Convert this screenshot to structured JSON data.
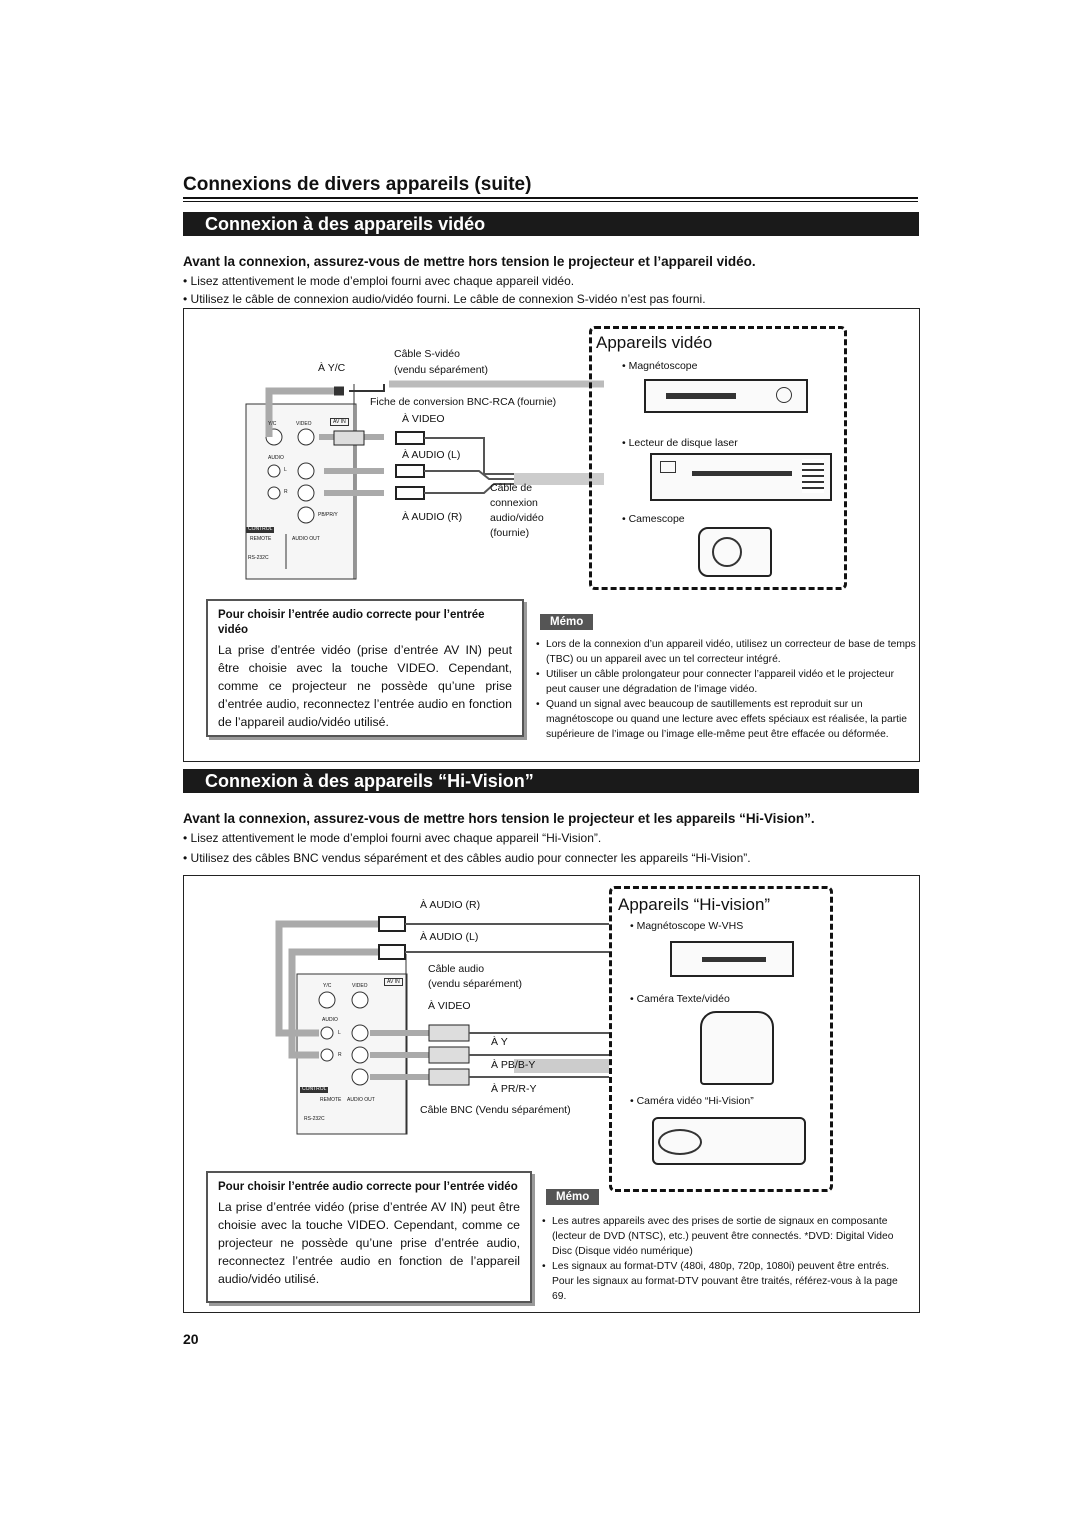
{
  "header": {
    "title": "Connexions de divers appareils (suite)"
  },
  "section1": {
    "bar_title": "Connexion à des appareils vidéo",
    "warning": "Avant la connexion, assurez-vous de mettre hors tension le projecteur et l’appareil vidéo.",
    "bullets": [
      "• Lisez attentivement le mode d’emploi fourni avec chaque appareil vidéo.",
      "• Utilisez le câble de connexion audio/vidéo fourni. Le câble de connexion S-vidéo n’est pas fourni."
    ],
    "diagram": {
      "label_yc": "À Y/C",
      "cable_svideo": "Câble S-vidéo",
      "sold_separately": "(vendu séparément)",
      "bnc_plug": "Fiche de conversion BNC-RCA (fournie)",
      "to_video": "À VIDEO",
      "to_audio_l": "À AUDIO (L)",
      "to_audio_r": "À AUDIO (R)",
      "av_cable": [
        "Câble de",
        "connexion",
        "audio/vidéo",
        "(fournie)"
      ],
      "panel_labels": [
        "Y/C",
        "VIDEO",
        "AV IN",
        "AUDIO",
        "L",
        "R",
        "PB/PR/Y",
        "CONTROL",
        "REMOTE",
        "AUDIO OUT",
        "RS-232C"
      ]
    },
    "devices": {
      "title": "Appareils vidéo",
      "items": [
        "• Magnétoscope",
        "• Lecteur de disque laser",
        "• Camescope"
      ]
    },
    "note": {
      "heading": "Pour choisir l’entrée audio correcte pour l’entrée vidéo",
      "body": "La prise d’entrée vidéo (prise d’entrée AV IN) peut être choisie avec la touche VIDEO. Cependant, comme ce projecteur ne possède qu’une prise d’entrée audio, reconnectez l’entrée audio en fonction de l’appareil audio/vidéo utilisé."
    },
    "memo": {
      "tag": "Mémo",
      "items": [
        "Lors de la connexion d’un appareil vidéo, utilisez un correcteur de base de temps (TBC) ou un appareil avec un tel correcteur intégré.",
        "Utiliser un câble prolongateur pour connecter l’appareil vidéo et le projecteur peut causer une dégradation de l’image vidéo.",
        "Quand un signal avec beaucoup de sautillements est reproduit sur un magnétoscope ou quand une lecture avec effets spéciaux est réalisée, la partie supérieure de l’image ou l’image elle-même peut être effacée ou déformée."
      ]
    }
  },
  "section2": {
    "bar_title": "Connexion à des appareils “Hi-Vision”",
    "warning": "Avant la connexion, assurez-vous de mettre hors tension le projecteur et les appareils “Hi-Vision”.",
    "bullets": [
      "• Lisez attentivement le mode d’emploi fourni avec chaque appareil “Hi-Vision”.",
      "• Utilisez des câbles BNC vendus séparément et des câbles audio pour connecter les appareils “Hi-Vision”."
    ],
    "diagram": {
      "to_audio_r": "À AUDIO (R)",
      "to_audio_l": "À AUDIO (L)",
      "audio_cable": "Câble audio",
      "sold_separately": "(vendu séparément)",
      "to_video": "À VIDEO",
      "to_y": "À Y",
      "to_pb": "À PB/B-Y",
      "to_pr": "À PR/R-Y",
      "bnc_cable": "Câble BNC (Vendu séparément)",
      "panel_labels": [
        "Y/C",
        "VIDEO",
        "AV IN",
        "AUDIO",
        "L",
        "R",
        "CONTROL",
        "REMOTE",
        "AUDIO OUT",
        "RS-232C"
      ]
    },
    "devices": {
      "title": "Appareils “Hi-vision”",
      "items": [
        "• Magnétoscope W-VHS",
        "• Caméra Texte/vidéo",
        "• Caméra vidéo “Hi-Vision”"
      ]
    },
    "note": {
      "heading": "Pour choisir l’entrée audio correcte pour l’entrée vidéo",
      "body": "La prise d’entrée vidéo (prise d’entrée AV IN) peut être choisie avec la touche VIDEO. Cependant, comme ce projecteur ne possède qu’une prise d’entrée audio, reconnectez l’entrée audio en fonction de l’appareil audio/vidéo utilisé."
    },
    "memo": {
      "tag": "Mémo",
      "items": [
        "Les autres appareils avec des prises de sortie de signaux en composante (lecteur de DVD (NTSC), etc.) peuvent être connectés. *DVD: Digital Video Disc (Disque vidéo numérique)",
        "Les signaux au format-DTV (480i, 480p, 720p, 1080i) peuvent être entrés. Pour les signaux au format-DTV pouvant être traités, référez-vous à la page 69."
      ]
    }
  },
  "footer": {
    "page_number": "20"
  }
}
